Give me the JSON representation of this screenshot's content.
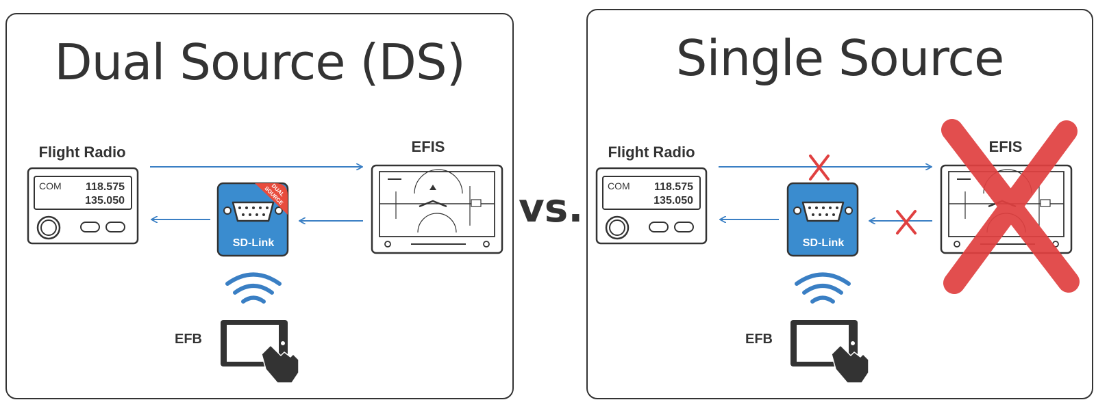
{
  "vs_label": "vs.",
  "left": {
    "title": "Dual Source (DS)",
    "flight_radio_label": "Flight Radio",
    "com_label": "COM",
    "freq_active": "118.575",
    "freq_standby": "135.050",
    "efis_label": "EFIS",
    "device_label": "SD-Link",
    "badge_line1": "DUAL",
    "badge_line2": "SOURCE",
    "efb_label": "EFB"
  },
  "right": {
    "title": "Single Source",
    "flight_radio_label": "Flight Radio",
    "com_label": "COM",
    "freq_active": "118.575",
    "freq_standby": "135.050",
    "efis_label": "EFIS",
    "device_label": "SD-Link",
    "efb_label": "EFB"
  },
  "colors": {
    "ink": "#333333",
    "arrow": "#3a7fc4",
    "device": "#3a8ccf",
    "badge": "#e84c3d",
    "cross": "#e04040"
  },
  "icons": [
    "wifi-icon",
    "tablet-icon",
    "hand-pointer-icon",
    "db9-connector-icon",
    "cross-icon",
    "large-cross-icon"
  ]
}
